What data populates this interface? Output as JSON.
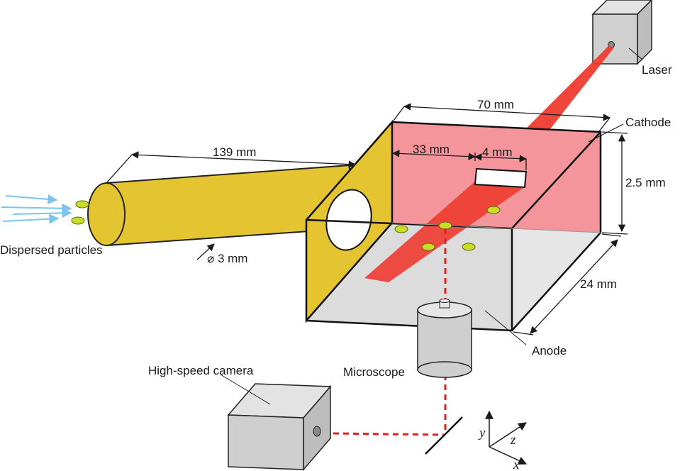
{
  "labels": {
    "laser": "Laser",
    "cathode": "Cathode",
    "anode": "Anode",
    "microscope": "Microscope",
    "camera": "High-speed camera",
    "particles": "Dispersed particles"
  },
  "dimensions": {
    "width_70": "70 mm",
    "tube_139": "139 mm",
    "d33": "33 mm",
    "d4": "4 mm",
    "h25": "2.5 mm",
    "depth24": "24 mm",
    "diameter": "⌀ 3 mm"
  },
  "axes": {
    "x": "x",
    "y": "y",
    "z": "z"
  },
  "colors": {
    "tube": "#e4c531",
    "cathode": "#f4949b",
    "laser_beam": "#ee3b30",
    "anode": "#dcdcdc",
    "device_gray": "#cfcfcf",
    "particle": "#c8dc2a",
    "airflow": "#7cc3ee",
    "optical_path": "#e02020"
  }
}
